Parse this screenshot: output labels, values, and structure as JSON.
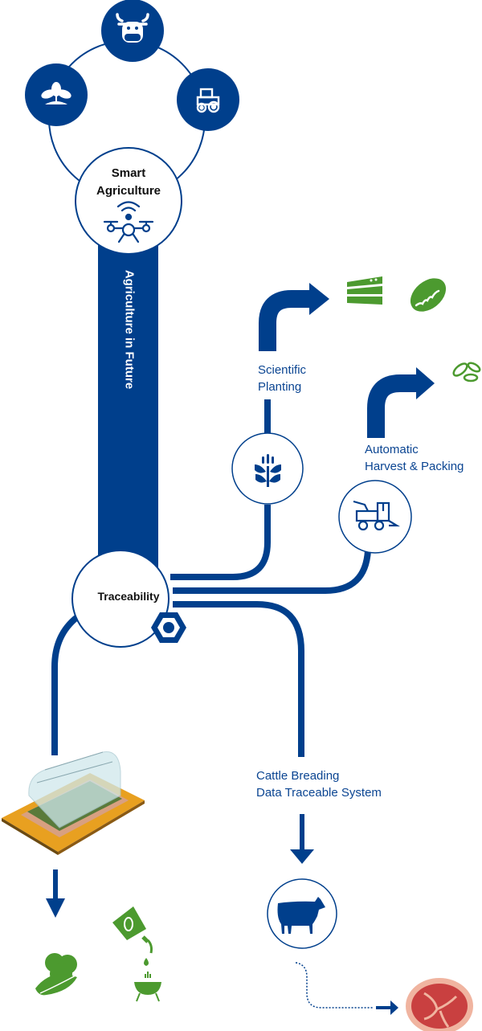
{
  "colors": {
    "primary_blue": "#003f8c",
    "green": "#4c9a2f",
    "meat_red": "#c94040",
    "meat_fat": "#f0b4a0",
    "text_dark": "#111111",
    "text_blue": "#0b4592"
  },
  "hub": {
    "title_line1": "Smart",
    "title_line2": "Agriculture",
    "icon": "drone-icon",
    "satellites": [
      {
        "icon": "cow-face-icon"
      },
      {
        "icon": "plant-sprout-icon"
      },
      {
        "icon": "tractor-icon"
      }
    ]
  },
  "trunk": {
    "label": "Agriculture in Future"
  },
  "traceability": {
    "title": "Traceability",
    "icon": "hex-nut-icon"
  },
  "branches": {
    "scientific_planting": {
      "line1": "Scientific",
      "line2": "Planting",
      "icon": "wheat-icon",
      "outputs": [
        "cake-icon",
        "cucumber-icon"
      ]
    },
    "automatic_harvest": {
      "line1": "Automatic",
      "line2": "Harvest & Packing",
      "icon": "harvester-icon",
      "outputs": [
        "seeds-icon"
      ]
    },
    "greenhouse": {
      "icon": "greenhouse-icon",
      "outputs": [
        "leafy-vegetable-icon",
        "peanut-oil-icon",
        "grill-icon"
      ]
    },
    "cattle": {
      "line1": "Cattle Breading",
      "line2": "Data Traceable System",
      "icon": "cow-icon",
      "outputs": [
        "steak-icon"
      ]
    }
  }
}
